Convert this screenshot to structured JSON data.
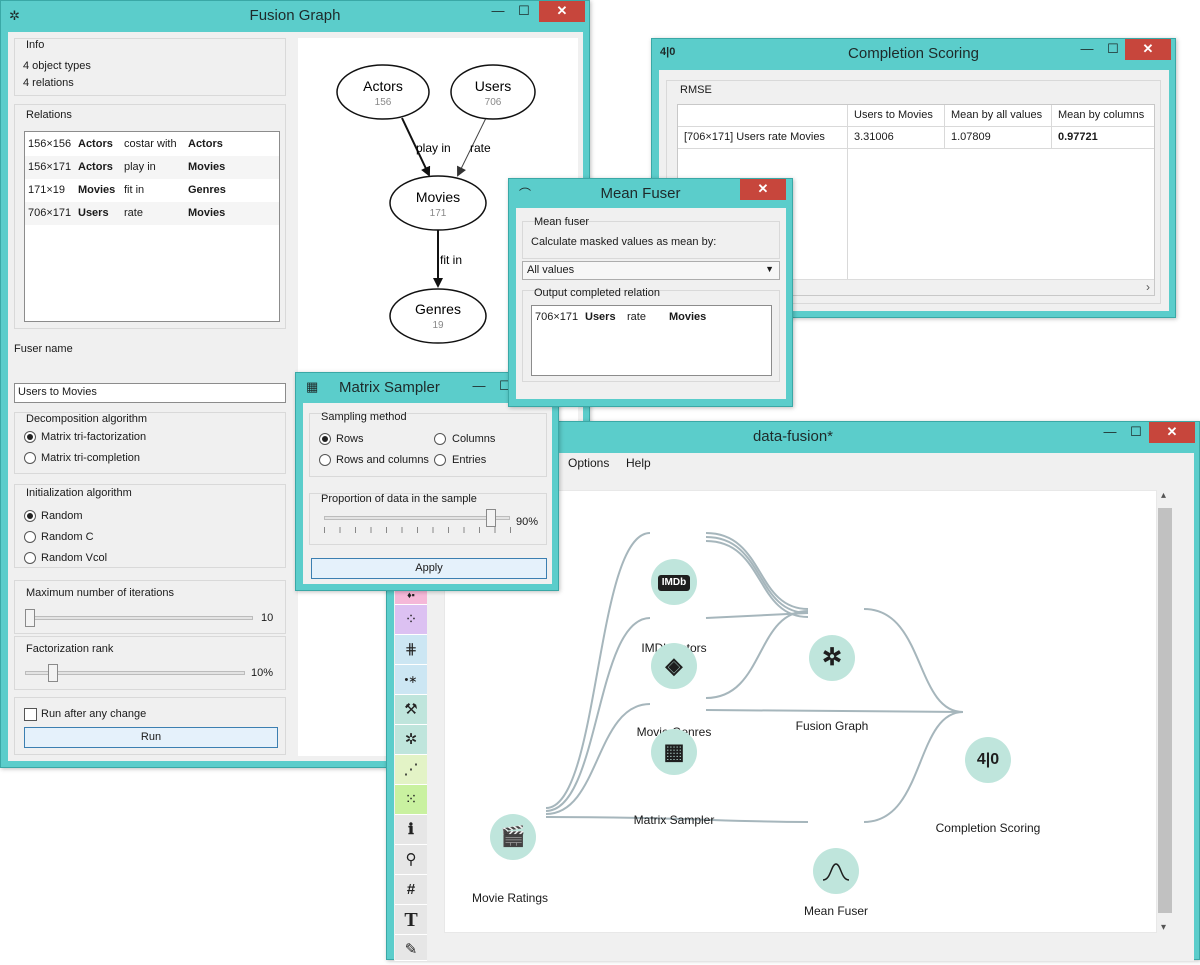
{
  "fusion_graph": {
    "title": "Fusion Graph",
    "icon": "network-icon",
    "info_label": "Info",
    "info_lines": [
      "4 object types",
      "4 relations"
    ],
    "relations_label": "Relations",
    "relations": [
      {
        "dims": "156×156",
        "src": "Actors",
        "rel": "costar with",
        "dst": "Actors"
      },
      {
        "dims": "156×171",
        "src": "Actors",
        "rel": "play in",
        "dst": "Movies"
      },
      {
        "dims": "171×19",
        "src": "Movies",
        "rel": "fit in",
        "dst": "Genres"
      },
      {
        "dims": "706×171",
        "src": "Users",
        "rel": "rate",
        "dst": "Movies"
      }
    ],
    "fuser_name_label": "Fuser name",
    "fuser_name_value": "Users to Movies",
    "decomp_label": "Decomposition algorithm",
    "decomp_options": [
      "Matrix tri-factorization",
      "Matrix tri-completion"
    ],
    "init_label": "Initialization algorithm",
    "init_options": [
      "Random",
      "Random C",
      "Random Vcol"
    ],
    "maxiter_label": "Maximum number of iterations",
    "maxiter_value": "10",
    "rank_label": "Factorization rank",
    "rank_value": "10%",
    "run_after_label": "Run after any change",
    "run_label": "Run",
    "graph": {
      "nodes": [
        {
          "name": "Actors",
          "count": "156"
        },
        {
          "name": "Users",
          "count": "706"
        },
        {
          "name": "Movies",
          "count": "171"
        },
        {
          "name": "Genres",
          "count": "19"
        }
      ],
      "edges": [
        "play in",
        "rate",
        "fit in"
      ]
    }
  },
  "completion_scoring": {
    "title": "Completion Scoring",
    "icon": "score-icon",
    "rmse_label": "RMSE",
    "columns": [
      "Users to Movies",
      "Mean by all values",
      "Mean by columns"
    ],
    "row_header": "[706×171] Users rate Movies",
    "values": [
      "3.31006",
      "1.07809",
      "0.97721"
    ]
  },
  "mean_fuser": {
    "title": "Mean Fuser",
    "icon": "bell-curve-icon",
    "group_label": "Mean fuser",
    "calc_label": "Calculate masked values as mean by:",
    "select_value": "All values",
    "output_label": "Output completed relation",
    "output": {
      "dims": "706×171",
      "src": "Users",
      "rel": "rate",
      "dst": "Movies"
    }
  },
  "matrix_sampler": {
    "title": "Matrix Sampler",
    "icon": "matrix-icon",
    "method_label": "Sampling method",
    "methods": [
      "Rows",
      "Columns",
      "Rows and columns",
      "Entries"
    ],
    "proportion_label": "Proportion of data in the sample",
    "proportion_value": "90%",
    "proportion_fraction": 0.9,
    "apply_label": "Apply"
  },
  "data_fusion": {
    "title": "data-fusion*",
    "menu": [
      "Options",
      "Help"
    ],
    "nodes": {
      "imdb": "IMDb Actors",
      "genres": "Movie Genres",
      "sampler": "Matrix Sampler",
      "ratings": "Movie Ratings",
      "fusion": "Fusion Graph",
      "scoring": "Completion Scoring",
      "fuser": "Mean Fuser"
    },
    "node_icon_text": {
      "imdb": "IMDb",
      "scoring": "4|0"
    }
  },
  "window_controls": {
    "minimize": "—",
    "maximize": "☐",
    "close": "✕"
  }
}
